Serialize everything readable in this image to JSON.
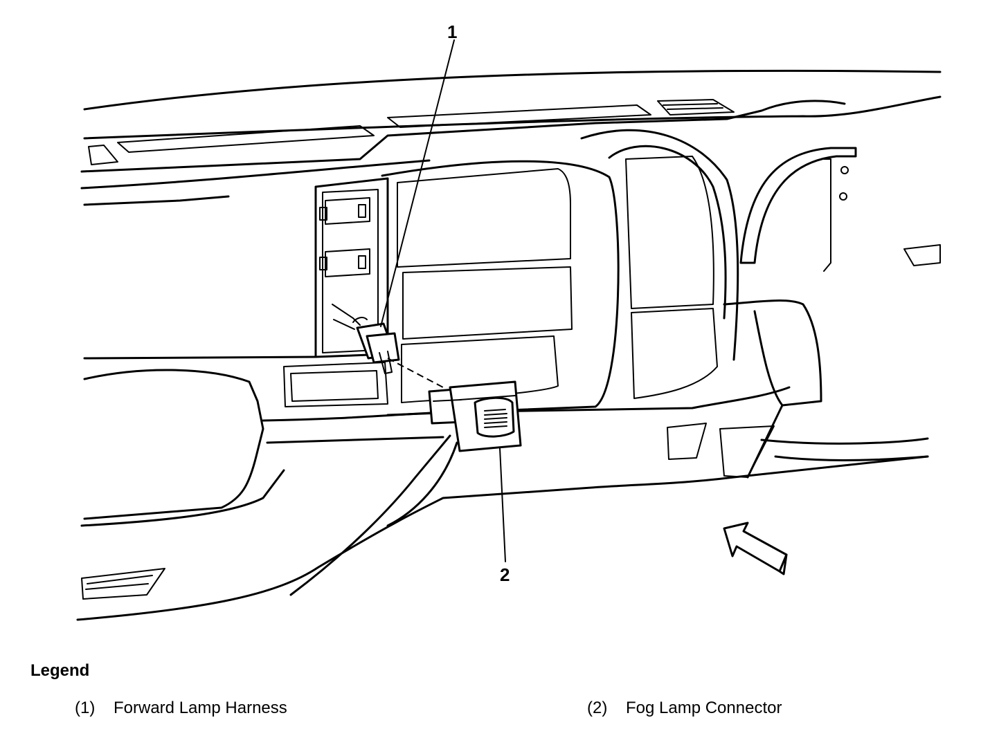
{
  "callouts": {
    "one": "1",
    "two": "2"
  },
  "legend": {
    "title": "Legend",
    "items": [
      {
        "number": "(1)",
        "label": "Forward Lamp Harness"
      },
      {
        "number": "(2)",
        "label": "Fog Lamp Connector"
      }
    ]
  },
  "colors": {
    "line": "#000000",
    "background": "#ffffff"
  }
}
